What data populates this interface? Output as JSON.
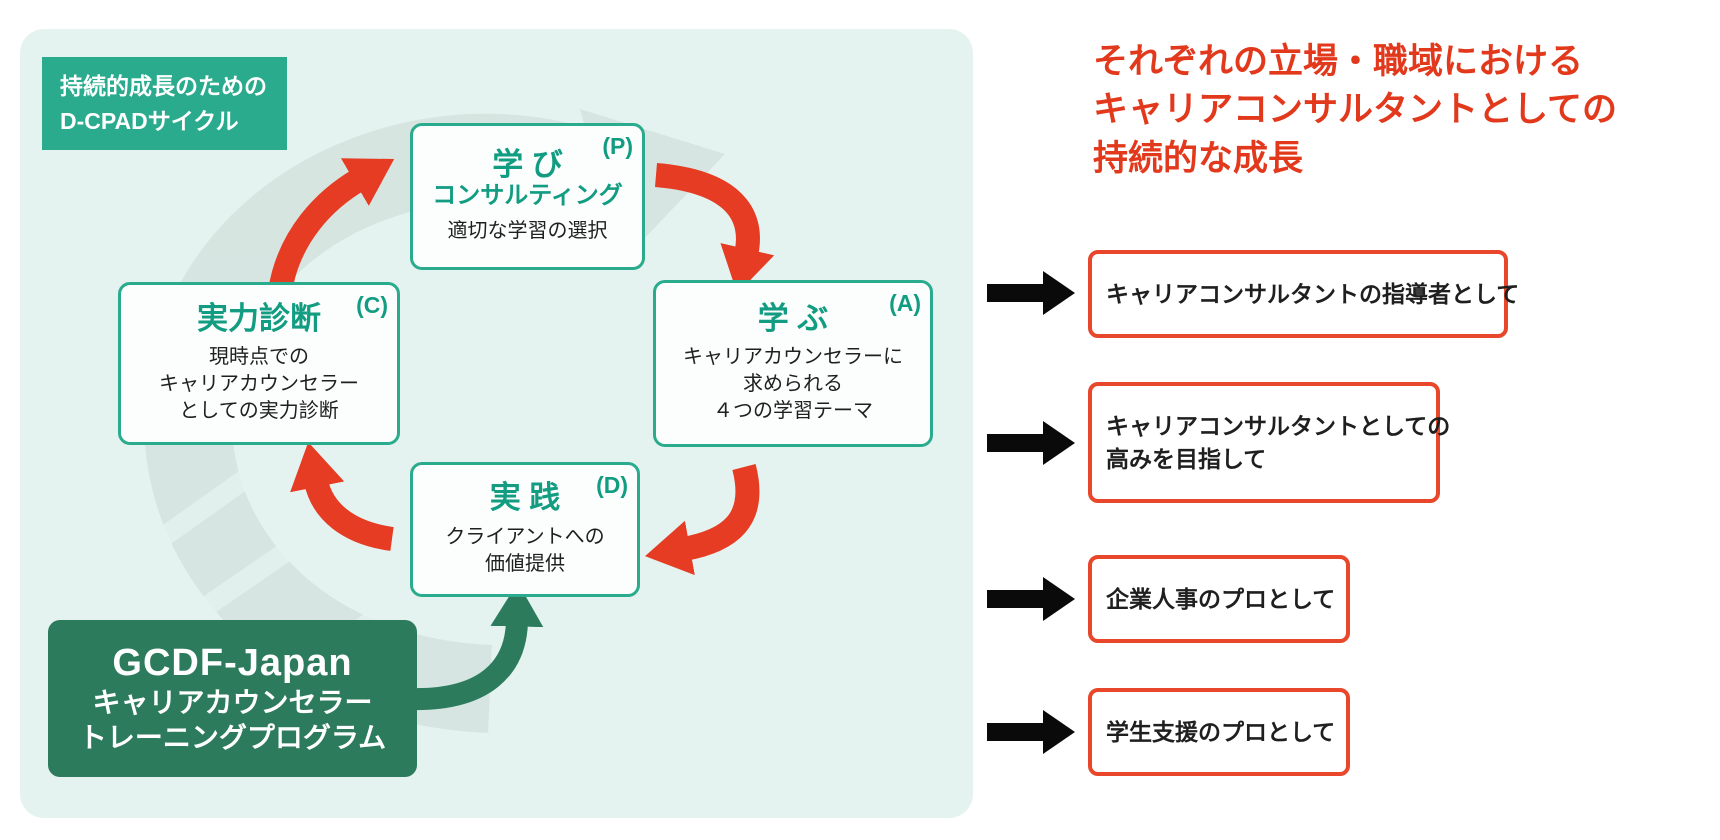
{
  "panel": {
    "badge": {
      "line1": "持続的成長のための",
      "line2": "D-CPADサイクル"
    },
    "cycle": {
      "learning": {
        "title": "学 び",
        "subtitle": "コンサルティング",
        "tag": "(P)",
        "body": "適切な学習の選択"
      },
      "learn": {
        "title": "学 ぶ",
        "tag": "(A)",
        "body_lines": [
          "キャリアカウンセラーに",
          "求められる",
          "４つの学習テーマ"
        ]
      },
      "assessment": {
        "title": "実力診断",
        "tag": "(C)",
        "body_lines": [
          "現時点での",
          "キャリアカウンセラー",
          "としての実力診断"
        ]
      },
      "practice": {
        "title": "実 践",
        "tag": "(D)",
        "body_lines": [
          "クライアントへの",
          "価値提供"
        ]
      }
    },
    "program_box": {
      "line1": "GCDF-Japan",
      "line2": "キャリアカウンセラー",
      "line3": "トレーニングプログラム"
    }
  },
  "right": {
    "heading_lines": [
      "それぞれの立場・職域における",
      "キャリアコンサルタントとしての",
      "持続的な成長"
    ],
    "items": [
      {
        "lines": [
          "キャリアコンサルタントの指導者として"
        ]
      },
      {
        "lines": [
          "キャリアコンサルタントとしての",
          "高みを目指して"
        ]
      },
      {
        "lines": [
          "企業人事のプロとして"
        ]
      },
      {
        "lines": [
          "学生支援のプロとして"
        ]
      }
    ]
  },
  "colors": {
    "panel_bg": "#e4f3ef",
    "teal": "#2aab8e",
    "teal_text": "#129c81",
    "green_dark": "#2c7b5d",
    "red": "#e63c24",
    "red_border": "#e8472b",
    "heading_red": "#e2391d",
    "text_dark": "#1f1f1f",
    "box_bg": "#fbfefd",
    "watermark": "#c9d8d4",
    "black": "#0a0a0a"
  }
}
